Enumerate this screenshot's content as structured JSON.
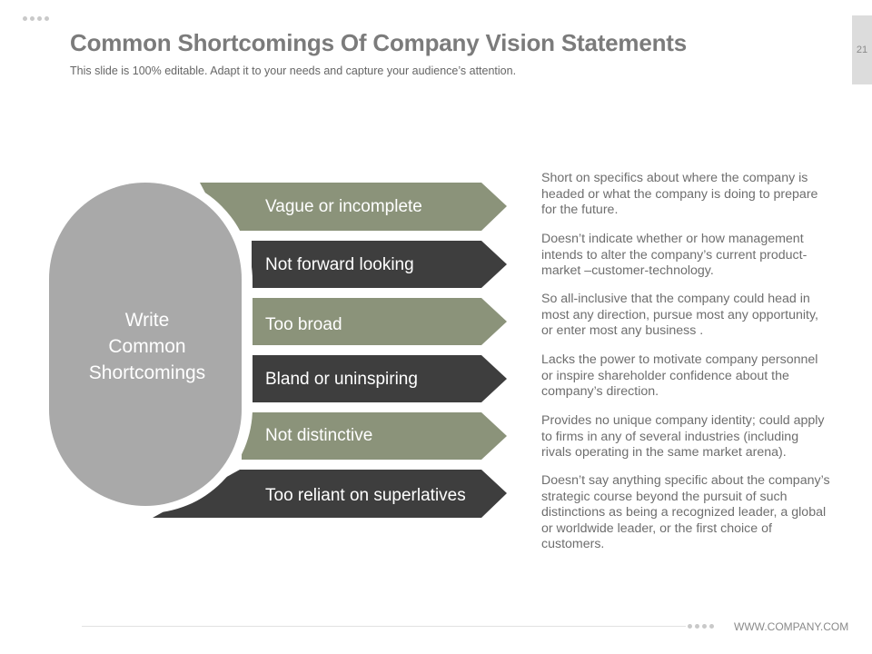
{
  "slide": {
    "title": "Common Shortcomings Of Company Vision Statements",
    "subtitle": "This slide is 100% editable. Adapt it to your needs and capture your audience’s attention.",
    "page_number": "21",
    "footer_url": "WWW.COMPANY.COM"
  },
  "center": {
    "line1": "Write",
    "line2": "Common",
    "line3": "Shortcomings"
  },
  "colors": {
    "green": "#8b937a",
    "dark": "#3e3e3e",
    "pill": "#a9a9a9",
    "title": "#7b7b7b",
    "text": "#6e6e6e"
  },
  "items": [
    {
      "label": "Vague or incomplete",
      "description": "Short on specifics about where the company is headed or what the company is doing to prepare for the future."
    },
    {
      "label": "Not forward looking",
      "description": "Doesn’t indicate whether or how management intends to alter the company’s current product-market –customer-technology."
    },
    {
      "label": "Too broad",
      "description": "So all-inclusive that the company could head in most any direction, pursue most any opportunity, or enter most any business ."
    },
    {
      "label": "Bland or uninspiring",
      "description": "Lacks the power to motivate company personnel or inspire shareholder confidence about the company’s direction."
    },
    {
      "label": "Not distinctive",
      "description": "Provides no unique company identity; could apply to firms in any of several industries (including rivals operating in the same market arena)."
    },
    {
      "label": "Too reliant on superlatives",
      "description": "Doesn’t say anything specific about the company’s strategic course beyond the pursuit of such distinctions as being a recognized leader, a global or worldwide leader, or the first choice of customers."
    }
  ]
}
